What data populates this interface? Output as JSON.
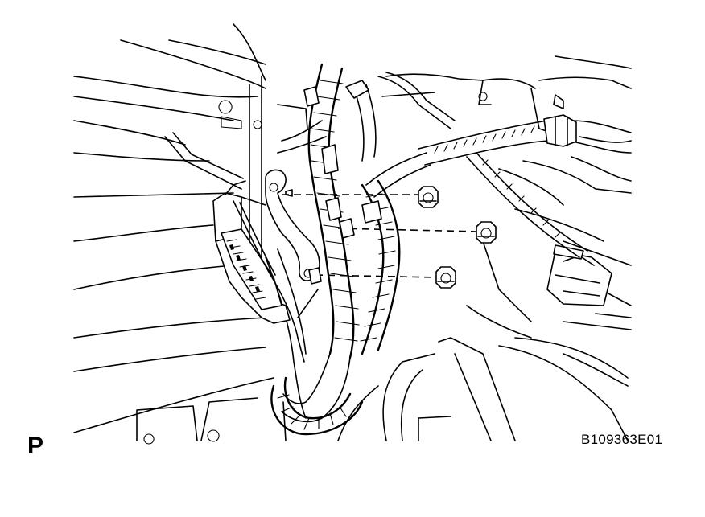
{
  "diagram": {
    "view_label": "P",
    "figure_code": "B109363E01",
    "parts": {
      "ecu": "engine-control-module",
      "harness": "wire-harness",
      "ground_strap": "ground-strap",
      "nuts": [
        "nut-upper",
        "nut-middle",
        "nut-lower"
      ]
    },
    "colors": {
      "line": "#000000",
      "background": "#ffffff"
    }
  }
}
